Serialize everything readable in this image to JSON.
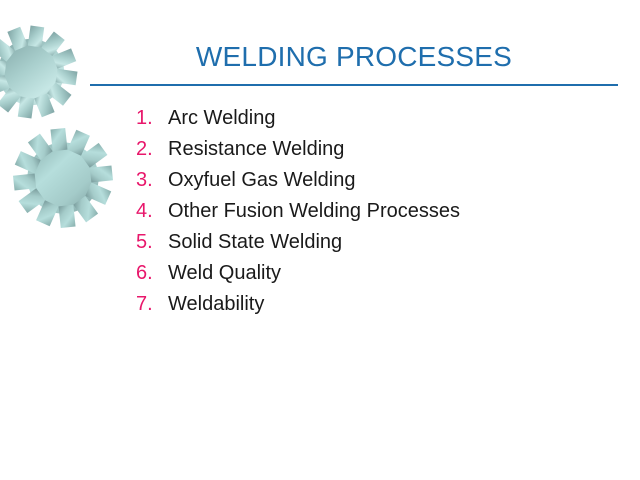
{
  "slide": {
    "title": "WELDING PROCESSES",
    "background_color": "#FFFFFF",
    "title_color": "#1F6EAD",
    "rule_color": "#1F6EAD",
    "number_color": "#E8176B",
    "text_color": "#1A1A1A"
  },
  "artwork": {
    "name": "two-gears-graphic",
    "gradient_light": "#BFE6E4",
    "gradient_mid": "#9FCFCC",
    "gradient_dark": "#7FA4A4"
  },
  "list": {
    "marker_suffix": ".",
    "items": [
      {
        "number": "1.",
        "label": "Arc Welding"
      },
      {
        "number": "2.",
        "label": "Resistance Welding"
      },
      {
        "number": "3.",
        "label": "Oxyfuel Gas Welding"
      },
      {
        "number": "4.",
        "label": "Other Fusion Welding Processes"
      },
      {
        "number": "5.",
        "label": "Solid State Welding"
      },
      {
        "number": "6.",
        "label": "Weld Quality"
      },
      {
        "number": "7.",
        "label": "Weldability"
      }
    ]
  }
}
